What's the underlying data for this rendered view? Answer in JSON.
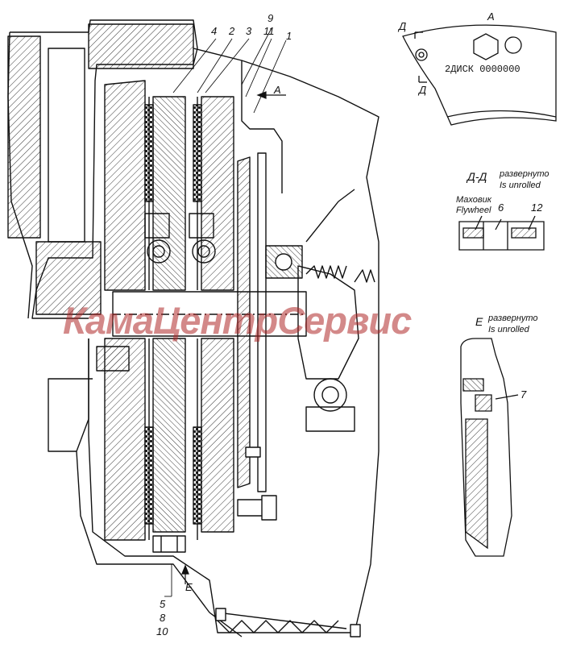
{
  "callouts": {
    "top": [
      "4",
      "2",
      "3",
      "9",
      "11",
      "1"
    ],
    "bottom": [
      "5",
      "8",
      "10"
    ],
    "dd_view": [
      "6",
      "12"
    ],
    "e_view": [
      "7"
    ]
  },
  "views": {
    "a_title": "А",
    "a_arrow": "А",
    "section_mark_top": "Д",
    "section_mark_bottom": "Д",
    "disk_stamp": "2ДИСК 0000000",
    "dd_title": "Д-Д",
    "dd_unrolled_ru": "развернуто",
    "dd_unrolled_en": "Is unrolled",
    "flywheel_ru": "Маховик",
    "flywheel_en": "Flywheel",
    "e_title": "Е",
    "e_unrolled_ru": "развернуто",
    "e_unrolled_en": "Is unrolled",
    "e_arrow": "Е"
  },
  "watermark": "КамаЦентрСервис",
  "colors": {
    "line": "#111111",
    "watermark": "#b02828"
  }
}
